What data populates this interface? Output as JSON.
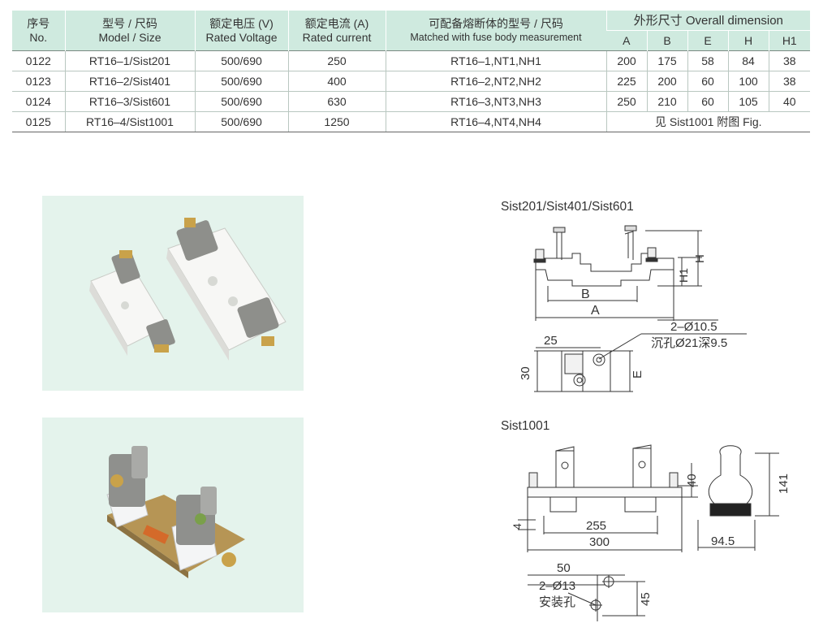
{
  "table": {
    "headers": {
      "no_zh": "序号",
      "no_en": "No.",
      "model_zh": "型号 / 尺码",
      "model_en": "Model / Size",
      "voltage_zh": "额定电压 (V)",
      "voltage_en": "Rated Voltage",
      "current_zh": "额定电流 (A)",
      "current_en": "Rated current",
      "fuse_zh": "可配备熔断体的型号 / 尺码",
      "fuse_en": "Matched with fuse body measurement",
      "dimension": "外形尺寸 Overall dimension",
      "dims": [
        "A",
        "B",
        "E",
        "H",
        "H1"
      ]
    },
    "rows": [
      {
        "no": "0122",
        "model": "RT16–1/Sist201",
        "voltage": "500/690",
        "current": "250",
        "fuse": "RT16–1,NT1,NH1",
        "dims": [
          "200",
          "175",
          "58",
          "84",
          "38"
        ]
      },
      {
        "no": "0123",
        "model": "RT16–2/Sist401",
        "voltage": "500/690",
        "current": "400",
        "fuse": "RT16–2,NT2,NH2",
        "dims": [
          "225",
          "200",
          "60",
          "100",
          "38"
        ]
      },
      {
        "no": "0124",
        "model": "RT16–3/Sist601",
        "voltage": "500/690",
        "current": "630",
        "fuse": "RT16–3,NT3,NH3",
        "dims": [
          "250",
          "210",
          "60",
          "105",
          "40"
        ]
      },
      {
        "no": "0125",
        "model": "RT16–4/Sist1001",
        "voltage": "500/690",
        "current": "1250",
        "fuse": "RT16–4,NT4,NH4",
        "dims_note": "见 Sist1001 附图 Fig."
      }
    ]
  },
  "drawing1": {
    "title": "Sist201/Sist401/Sist601",
    "labels": {
      "H": "H",
      "H1": "H1",
      "B": "B",
      "A": "A",
      "hole": "2–Ø10.5",
      "counterbore": "沉孔Ø21深9.5",
      "d25": "25",
      "d30": "30",
      "E": "E"
    }
  },
  "drawing2": {
    "title": "Sist1001",
    "labels": {
      "d40": "40",
      "d141": "141",
      "d4": "4",
      "d255": "255",
      "d300": "300",
      "d94_5": "94.5",
      "d50": "50",
      "hole": "2–Ø13",
      "mount": "安装孔",
      "d45": "45"
    }
  }
}
